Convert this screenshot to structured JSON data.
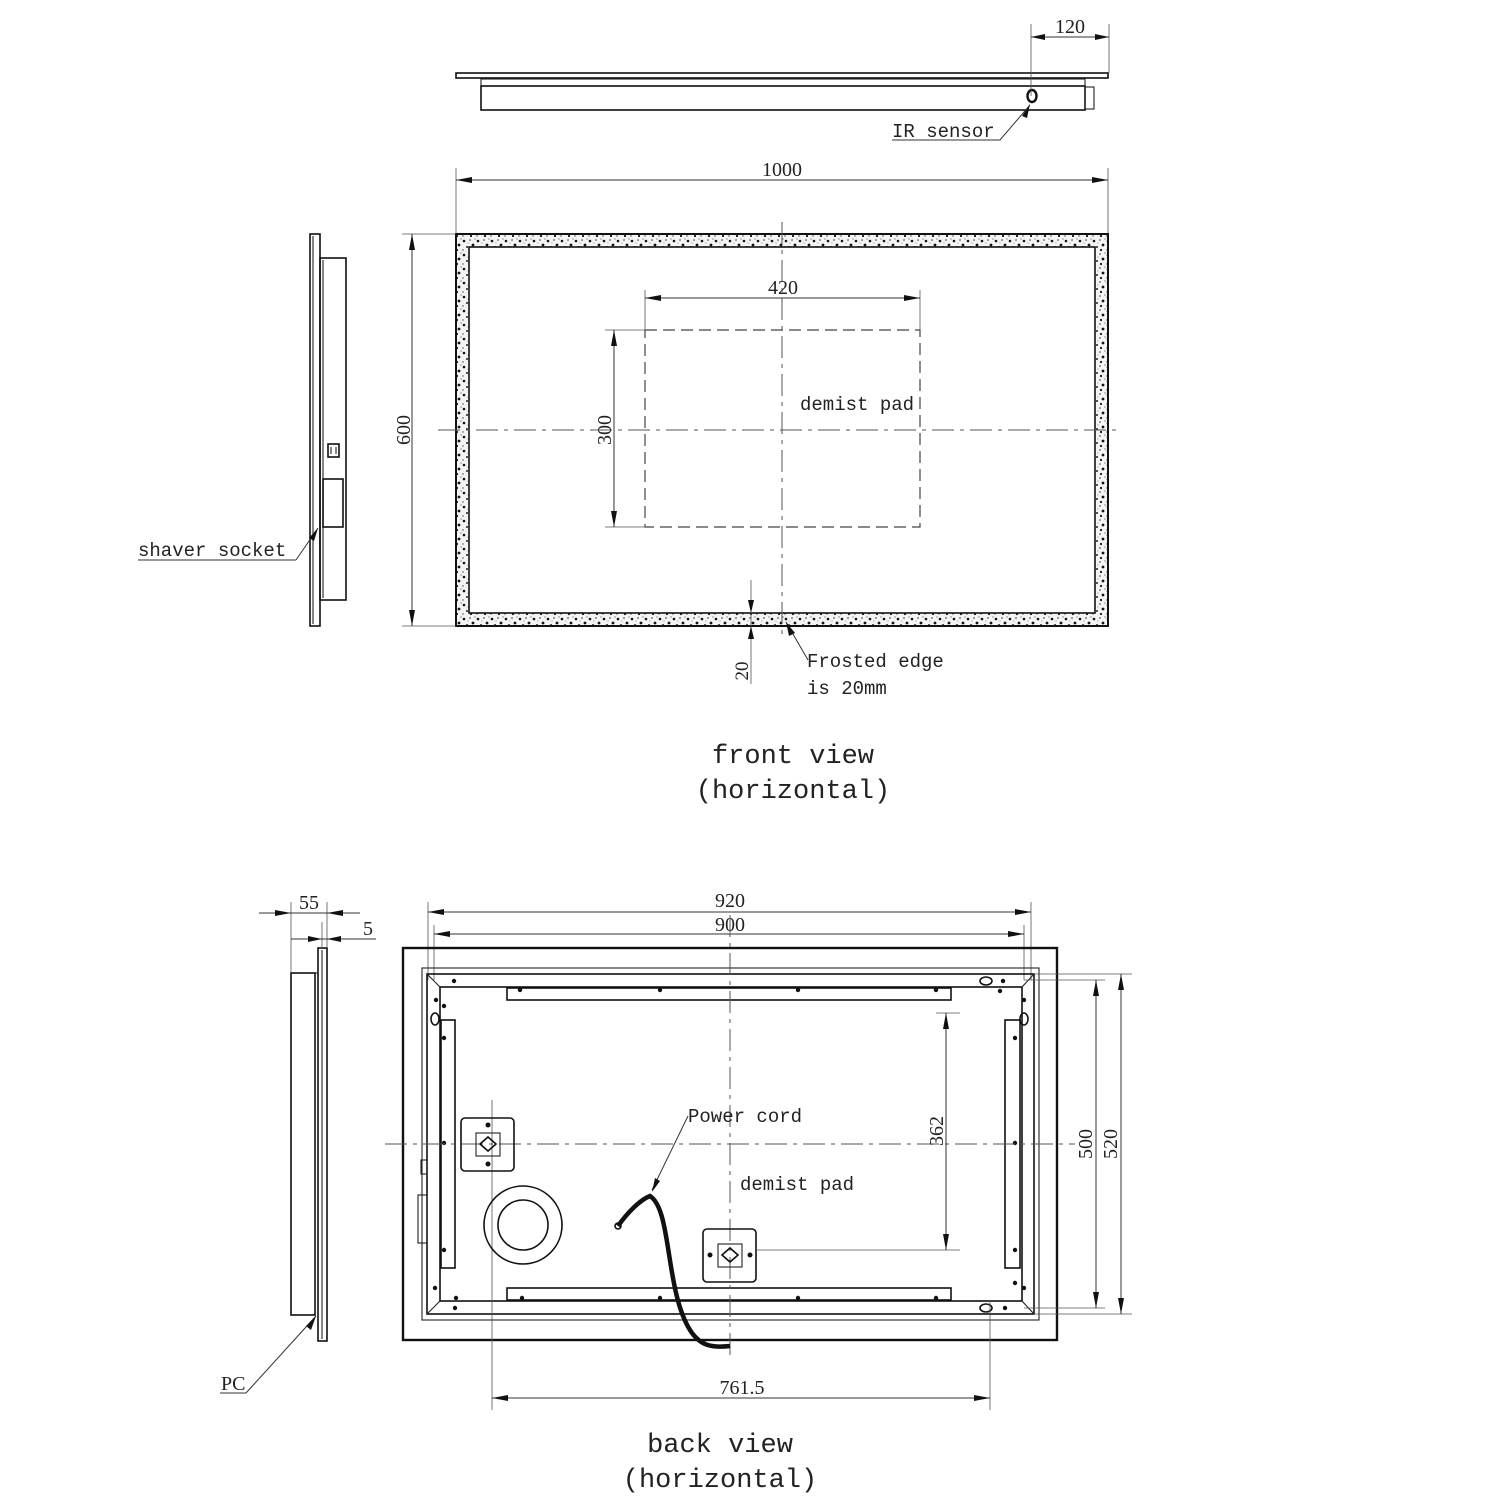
{
  "drawing": {
    "top_view": {
      "dim_ir_offset": "120",
      "ir_sensor_label": "IR sensor"
    },
    "front_view": {
      "dim_width": "1000",
      "dim_height": "600",
      "dim_pad_width": "420",
      "dim_pad_height": "300",
      "pad_label": "demist pad",
      "dim_frost": "20",
      "frost_note_line1": "Frosted edge",
      "frost_note_line2": "is 20mm",
      "shaver_socket_label": "shaver socket",
      "caption_line1": "front view",
      "caption_line2": "(horizontal)"
    },
    "back_view": {
      "dim_depth": "55",
      "dim_glass": "5",
      "pc_label": "PC",
      "dim_frame_outer": "920",
      "dim_frame_inner": "900",
      "dim_height_outer": "520",
      "dim_height_inner": "500",
      "dim_bracket_spacing": "362",
      "dim_hook_spacing": "761.5",
      "power_cord_label": "Power cord",
      "pad_label": "demist pad",
      "caption_line1": "back view",
      "caption_line2": "(horizontal)"
    }
  }
}
